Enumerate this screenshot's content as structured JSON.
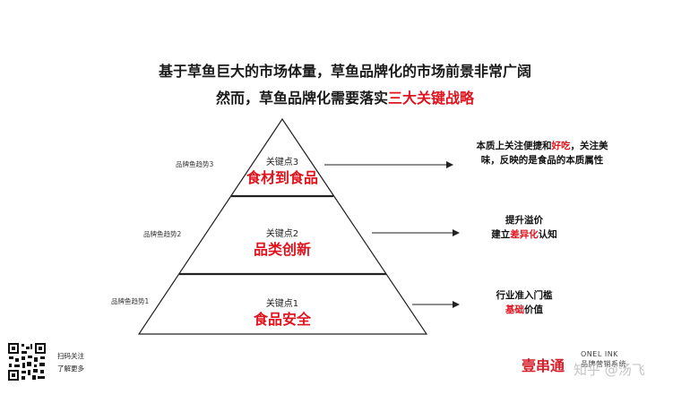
{
  "title": {
    "line1": "基于草鱼巨大的市场体量，草鱼品牌化的市场前景非常广阔",
    "line2_prefix": "然而，草鱼品牌化需要落实",
    "line2_highlight": "三大关键战略"
  },
  "levels": [
    {
      "key": "关键点3",
      "name": "食材到食品",
      "side": "品牌鱼趋势3"
    },
    {
      "key": "关键点2",
      "name": "品类创新",
      "side": "品牌鱼趋势2"
    },
    {
      "key": "关键点1",
      "name": "食品安全",
      "side": "品牌鱼趋势1"
    }
  ],
  "notes": {
    "n3": {
      "l1a": "本质上关注便捷和",
      "l1red": "好吃",
      "l1b": "，关注美",
      "l2": "味，反映的是食品的本质属性"
    },
    "n2": {
      "l1": "提升溢价",
      "l2a": "建立",
      "l2red": "差异化",
      "l2b": "认知"
    },
    "n1": {
      "l1": "行业准入门槛",
      "l2red": "基础",
      "l2b": "价值"
    }
  },
  "footer": {
    "scan_line1": "扫码关注",
    "scan_line2": "了解更多",
    "brand_cn": "壹串通",
    "brand_en1": "ONEL INK",
    "brand_en2": "品牌营销系统",
    "watermark": "知乎 @汤飞"
  },
  "colors": {
    "accent": "#e0141e",
    "line": "#222222"
  }
}
